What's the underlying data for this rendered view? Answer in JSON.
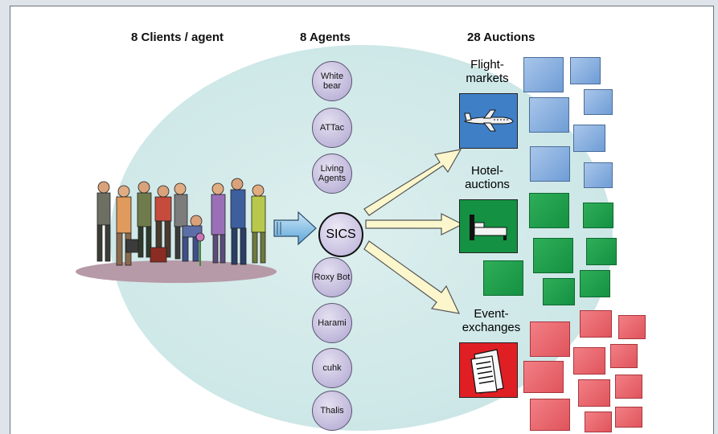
{
  "headers": {
    "clients": "8 Clients / agent",
    "agents": "8 Agents",
    "auctions": "28 Auctions"
  },
  "agents": [
    "White bear",
    "ATTac",
    "Living Agents",
    "Roxy Bot",
    "Harami",
    "cuhk",
    "Thalis"
  ],
  "server": "SICS",
  "categories": {
    "flight": "Flight-markets",
    "hotel": "Hotel-auctions",
    "event": "Event-exchanges"
  },
  "colors": {
    "flight": "#6f9dd6",
    "hotel": "#149142",
    "event": "#e0545c",
    "ellipse": "#cfe8e8",
    "agent": "#bfb7da"
  },
  "icons": [
    "crowd-of-clients-illustration",
    "airplane-icon",
    "bed-icon",
    "tickets-icon"
  ]
}
